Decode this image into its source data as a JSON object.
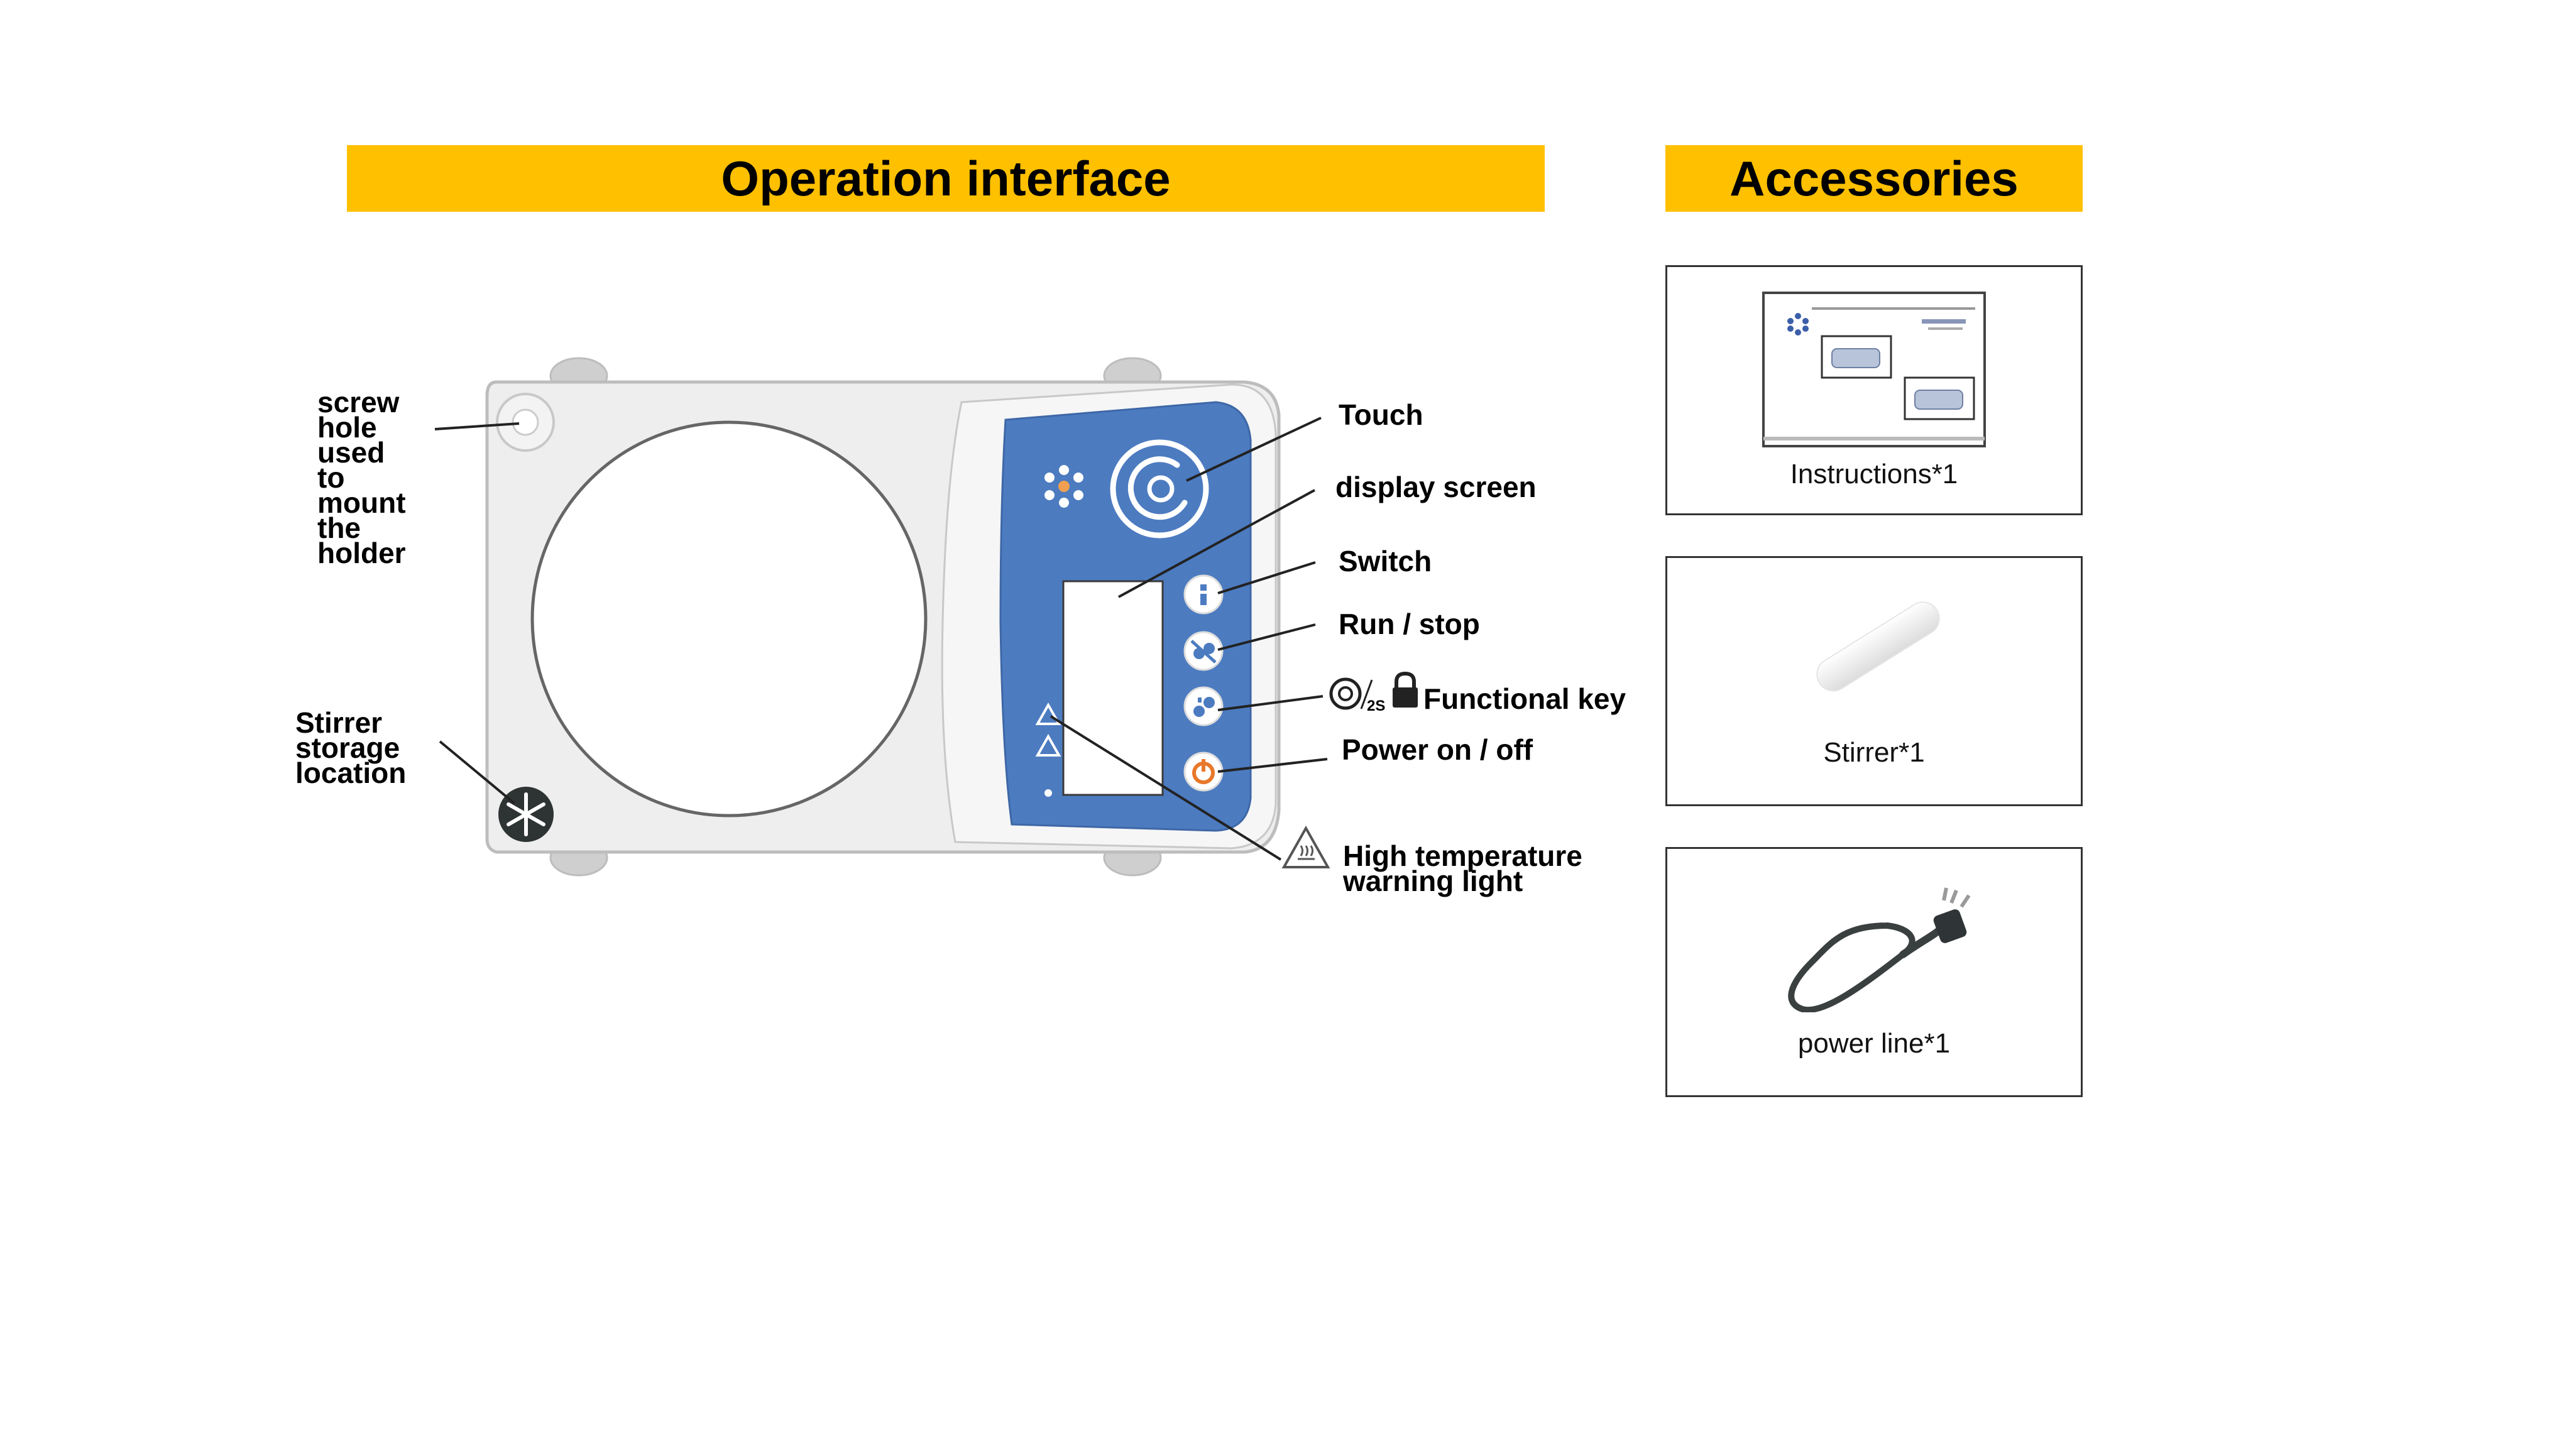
{
  "headers": {
    "operation": "Operation interface",
    "accessories": "Accessories"
  },
  "callouts": {
    "screw_hole": [
      "screw",
      "hole",
      "used",
      "to",
      "mount",
      "the",
      "holder"
    ],
    "stirrer_storage": [
      "Stirrer",
      "storage",
      "location"
    ],
    "touch": "Touch",
    "display_screen": "display screen",
    "switch": "Switch",
    "run_stop": "Run / stop",
    "functional_key": "Functional key",
    "functional_key_badge": "2S",
    "power": "Power on / off",
    "high_temp": [
      "High temperature",
      "warning light"
    ]
  },
  "accessories": [
    {
      "label": "Instructions*1",
      "icon": "manual-icon"
    },
    {
      "label": "Stirrer*1",
      "icon": "stir-bar-icon"
    },
    {
      "label": "power line*1",
      "icon": "power-cord-icon"
    }
  ],
  "colors": {
    "banner": "#FFC000",
    "panel_blue": "#4C7BC0",
    "device_body": "#EEEEEE",
    "power_orange": "#E8782A"
  }
}
